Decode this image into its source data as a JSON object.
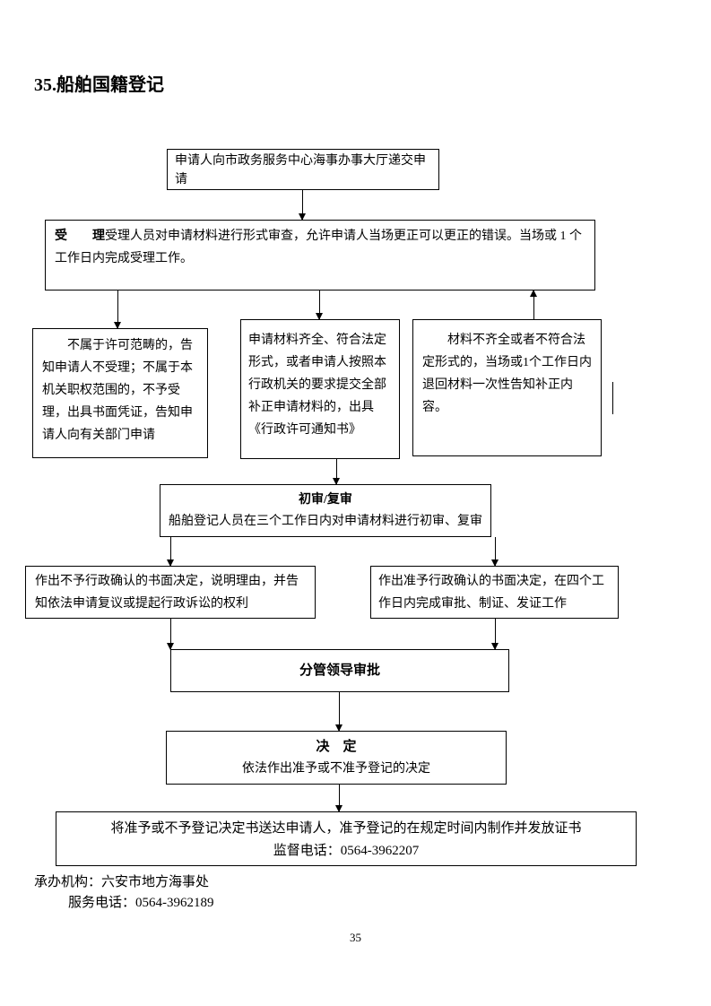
{
  "page": {
    "title": "35.船舶国籍登记",
    "page_number": "35",
    "footer": {
      "agency": "承办机构：六安市地方海事处",
      "phone": "服务电话：0564-3962189"
    }
  },
  "flowchart": {
    "apply": {
      "text": "申请人向市政务服务中心海事办事大厅递交申请"
    },
    "accept": {
      "label": "受　　理",
      "text": "受理人员对申请材料进行形式审查，允许申请人当场更正可以更正的错误。当场或 1 个工作日内完成受理工作。"
    },
    "not_accept": {
      "text": "不属于许可范畴的，告知申请人不受理；不属于本机关职权范围的，不予受理，出具书面凭证，告知申请人向有关部门申请"
    },
    "materials_complete": {
      "text": "申请材料齐全、符合法定形式，或者申请人按照本行政机关的要求提交全部补正申请材料的，出具《行政许可通知书》"
    },
    "materials_incomplete": {
      "text": "材料不齐全或者不符合法定形式的，当场或1个工作日内退回材料一次性告知补正内容。"
    },
    "review": {
      "title": "初审/复审",
      "text": "船舶登记人员在三个工作日内对申请材料进行初审、复审"
    },
    "deny": {
      "text": "作出不予行政确认的书面决定，说明理由，并告知依法申请复议或提起行政诉讼的权利"
    },
    "approve": {
      "text": "作出准予行政确认的书面决定，在四个工作日内完成审批、制证、发证工作"
    },
    "leader_approval": {
      "title": "分管领导审批"
    },
    "decision": {
      "title": "决　定",
      "text": "依法作出准予或不准予登记的决定"
    },
    "delivery": {
      "line1": "将准予或不予登记决定书送达申请人，准予登记的在规定时间内制作并发放证书",
      "line2": "监督电话：0564-3962207"
    }
  }
}
